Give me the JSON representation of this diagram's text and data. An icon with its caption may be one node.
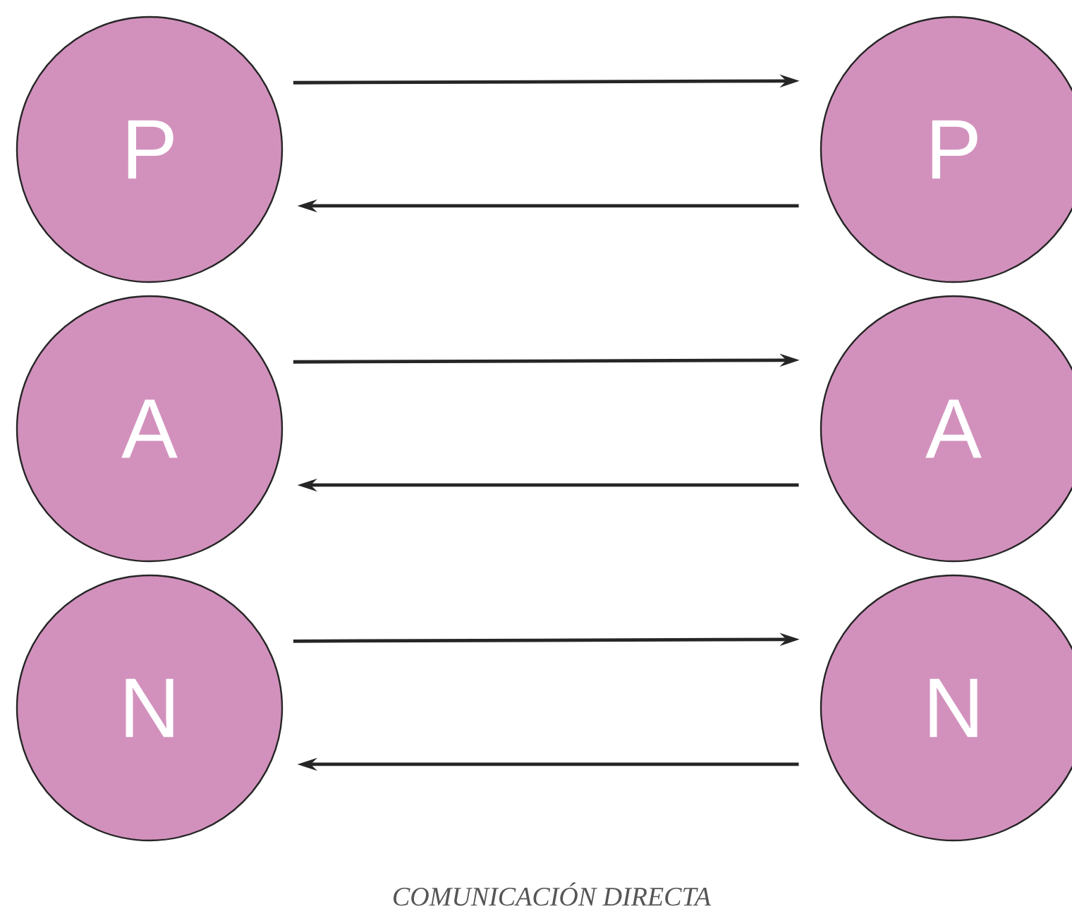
{
  "diagram": {
    "caption": "COMUNICACIÓN DIRECTA",
    "nodes": [
      {
        "text": [
          "P"
        ]
      },
      {
        "text": [
          "P"
        ]
      },
      {
        "text": [
          "A"
        ]
      },
      {
        "text": [
          "A"
        ]
      },
      {
        "text": [
          "N"
        ]
      },
      {
        "text": [
          "N"
        ]
      }
    ],
    "edges": [
      {
        "from": 0,
        "to": 1,
        "arrow": "to"
      },
      {
        "from": 1,
        "to": 0,
        "arrow": "to"
      },
      {
        "from": 2,
        "to": 3,
        "arrow": "to"
      },
      {
        "from": 3,
        "to": 2,
        "arrow": "to"
      },
      {
        "from": 4,
        "to": 5,
        "arrow": "to"
      },
      {
        "from": 5,
        "to": 4,
        "arrow": "to"
      }
    ]
  }
}
